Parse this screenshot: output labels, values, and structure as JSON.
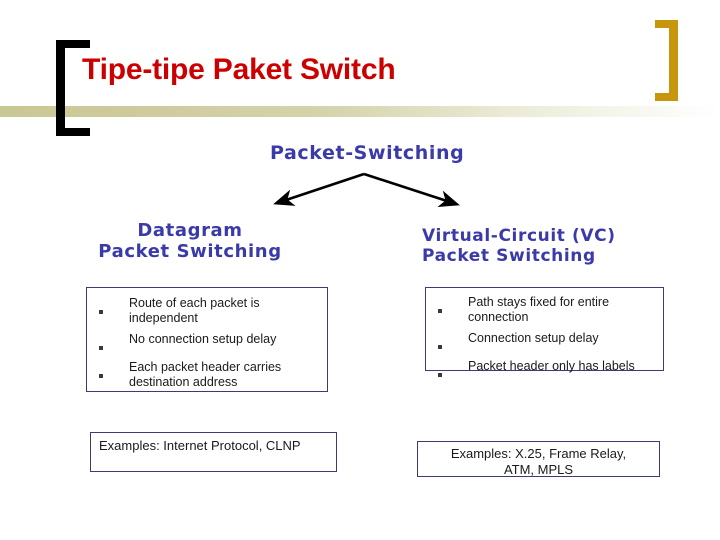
{
  "slide": {
    "title": "Tipe-tipe Paket Switch",
    "title_color": "#cc0000",
    "accent_bar_color": "#c8c894",
    "left_bracket_color": "#000000",
    "right_bracket_color": "#c8960c",
    "background": "#ffffff"
  },
  "diagram": {
    "heading_color": "#3a3aa8",
    "box_border_color": "#3b3b77",
    "root": {
      "label": "Packet-Switching"
    },
    "branches": [
      {
        "id": "datagram",
        "heading_line1": "Datagram",
        "heading_line2": "Packet Switching",
        "bullets": [
          "Route of each packet is independent",
          "No connection setup delay",
          "Each packet header carries destination address"
        ],
        "example_line1": "Examples: Internet Protocol, CLNP",
        "example_line2": ""
      },
      {
        "id": "virtual-circuit",
        "heading_line1": "Virtual-Circuit (VC)",
        "heading_line2": "Packet Switching",
        "bullets": [
          "Path stays fixed for entire connection",
          "Connection setup delay",
          "Packet header only has labels"
        ],
        "example_line1": "Examples: X.25, Frame Relay,",
        "example_line2": "ATM, MPLS"
      }
    ],
    "connector": {
      "kind": "two-diverging-arrows",
      "stroke_color": "#000000"
    }
  }
}
